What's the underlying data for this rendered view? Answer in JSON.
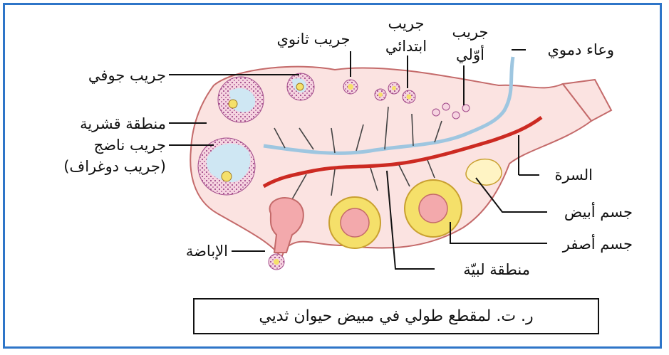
{
  "labels": {
    "secondary_follicle": "جريب ثانوي",
    "primary_follicle_l1": "جريب",
    "primary_follicle_l2": "ابتدائي",
    "primordial_follicle_l1": "جريب",
    "primordial_follicle_l2": "أوّلي",
    "blood_vessel": "وعاء دموي",
    "antral_follicle": "جريب جوفي",
    "cortex": "منطقة قشرية",
    "mature_follicle_l1": "جريب ناضج",
    "mature_follicle_l2": "(جريب دوغراف)",
    "hilum": "السرة",
    "corpus_albicans": "جسم أبيض",
    "corpus_luteum": "جسم أصفر",
    "ovulation": "الإباضة",
    "medulla": "منطقة لبيّة"
  },
  "caption": "ر. ت. لمقطع طولي في مبيض حيوان ثديي",
  "colors": {
    "frame": "#2e75c8",
    "ovary_fill": "#fbe3e1",
    "ovary_stroke": "#c46a6a",
    "vein": "#9ec6e0",
    "artery": "#cc2a22",
    "follicle_dots": "#a24a8a",
    "antrum": "#cfe7f3",
    "corpus_luteum": "#f5e06a",
    "corpus_albicans": "#fff4c4"
  }
}
